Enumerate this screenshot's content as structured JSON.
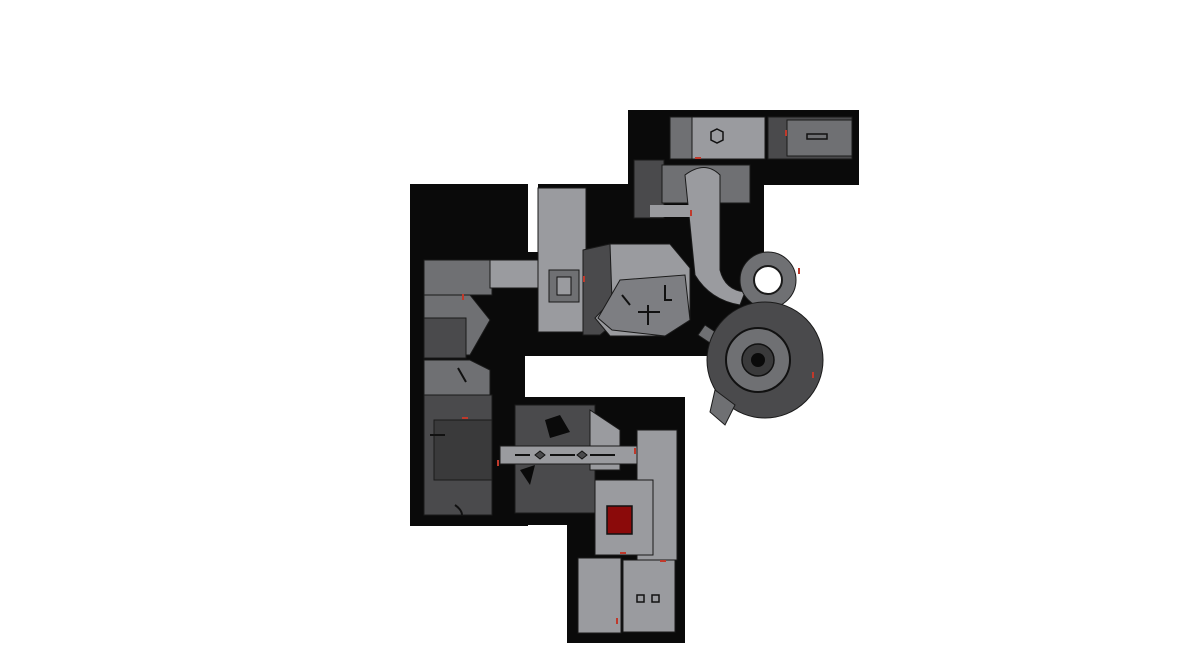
{
  "map": {
    "colors": {
      "background": "#ffffff",
      "outer_wall": "#0a0a0a",
      "floor_light": "#9a9b9f",
      "floor_mid": "#6f7073",
      "floor_dark": "#4a4a4c",
      "floor_darker": "#3a3a3b",
      "door": "#c0392b",
      "objective": "#8b0a0a"
    },
    "rooms": [
      {
        "id": "north-wing"
      },
      {
        "id": "west-hall"
      },
      {
        "id": "central-chamber"
      },
      {
        "id": "circular-tower"
      },
      {
        "id": "south-wing"
      },
      {
        "id": "objective-room"
      }
    ]
  }
}
